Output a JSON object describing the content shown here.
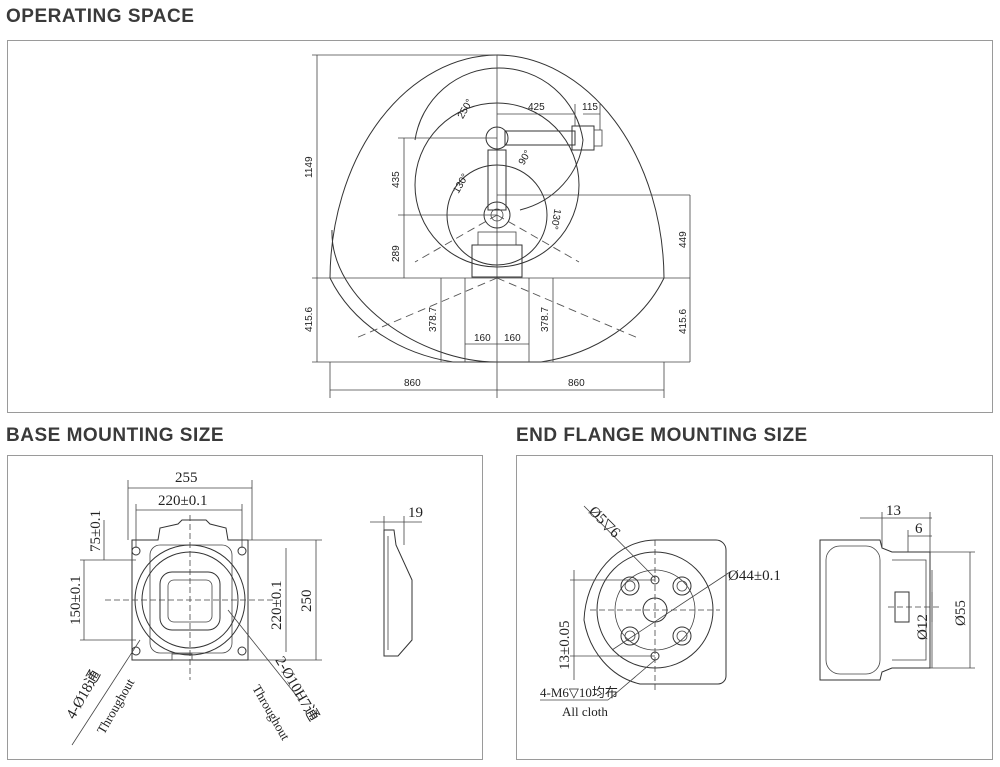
{
  "sections": {
    "operating": "OPERATING SPACE",
    "base": "BASE MOUNTING SIZE",
    "flange": "END FLANGE MOUNTING SIZE"
  },
  "operating": {
    "r425": "425",
    "r115": "115",
    "a250": "250°",
    "a90": "90°",
    "a130l": "130°",
    "a130r": "130°",
    "h1149": "1149",
    "h435": "435",
    "h289": "289",
    "h449": "449",
    "h4156l": "415.6",
    "h4156r": "415.6",
    "h3787l": "378.7",
    "h3787r": "378.7",
    "w160l": "160",
    "w160r": "160",
    "w860l": "860",
    "w860r": "860"
  },
  "base": {
    "w255": "255",
    "w220": "220±0.1",
    "h75": "75±0.1",
    "h150": "150±0.1",
    "h220": "220±0.1",
    "h250": "250",
    "t19": "19",
    "hole18": "4-Ø18通",
    "hole18sub": "Throughout",
    "hole10": "2-Ø10H7通",
    "hole10sub": "Throughout"
  },
  "flange": {
    "hole5": "Ø5▽6",
    "d44": "Ø44±0.1",
    "h13": "13±0.05",
    "thread": "4-M6▽10均布",
    "thread_sub": "All cloth",
    "w13": "13",
    "w6": "6",
    "d12": "Ø12",
    "d55": "Ø55"
  }
}
